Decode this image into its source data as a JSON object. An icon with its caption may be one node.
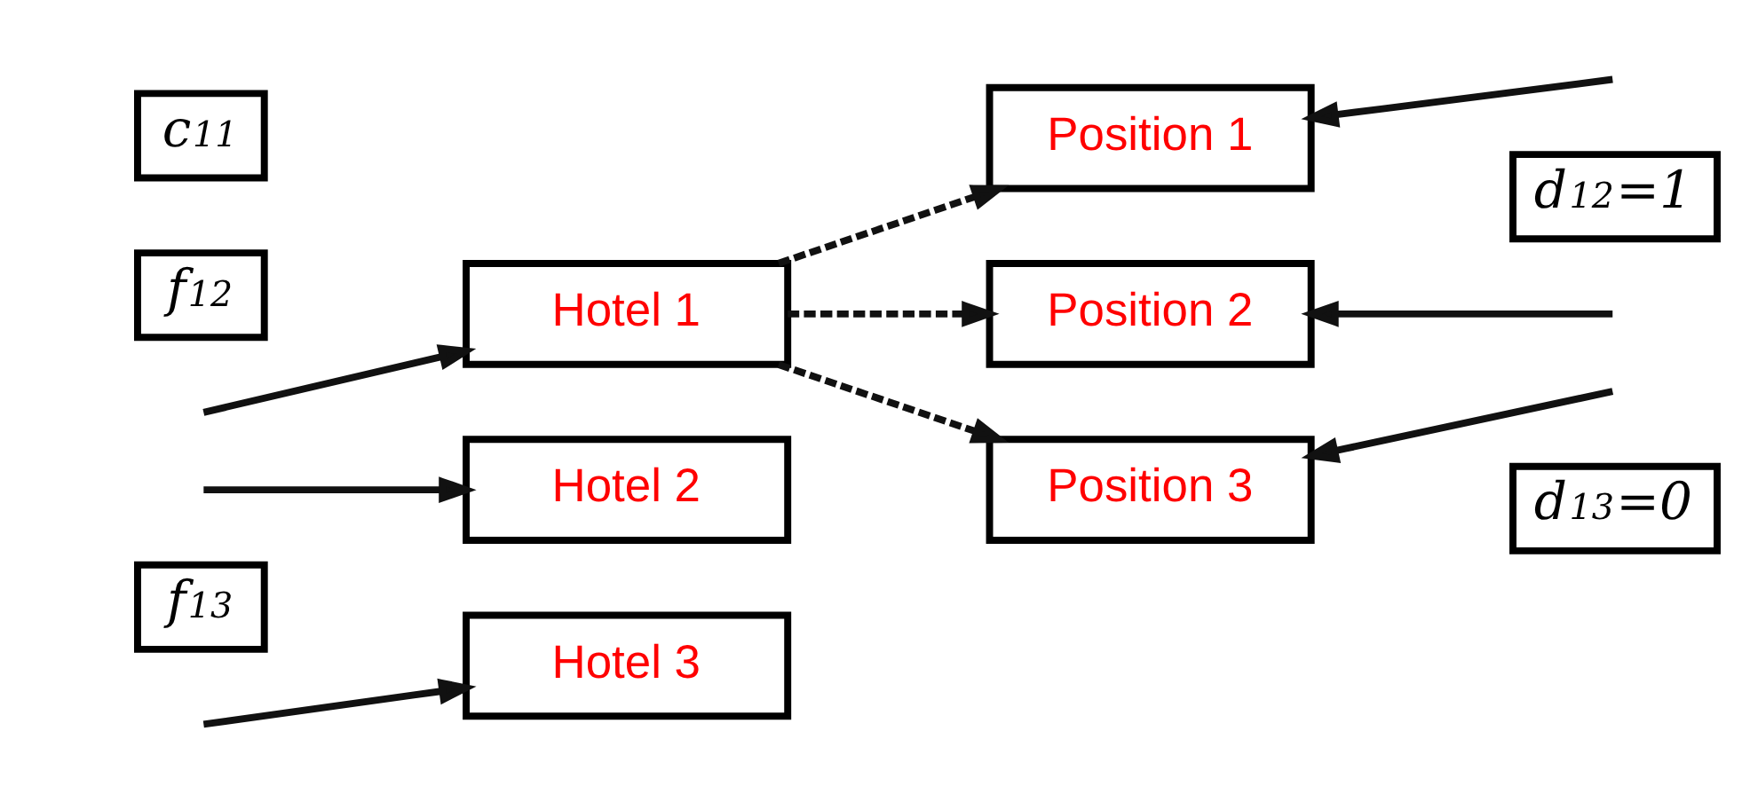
{
  "diagram": {
    "nodes": [
      {
        "text": [
          "Hotel 1"
        ]
      },
      {
        "text": [
          "Hotel 2"
        ]
      },
      {
        "text": [
          "Hotel 3"
        ]
      },
      {
        "text": [
          "Position 1"
        ]
      },
      {
        "text": [
          "Position 2"
        ]
      },
      {
        "text": [
          "Position 3"
        ]
      },
      {
        "text": [
          "f$_{12}$"
        ]
      },
      {
        "text": [
          "f$_{13}$"
        ]
      },
      {
        "text": [
          "c$_{11}$"
        ]
      },
      {
        "text": [
          "d$_{12}$=1"
        ]
      },
      {
        "text": [
          "d$_{13}$=0"
        ]
      }
    ],
    "edges": [
      {
        "from": null,
        "to": 0,
        "arrow": "to"
      },
      {
        "from": null,
        "to": 1,
        "arrow": "to"
      },
      {
        "from": null,
        "to": 2,
        "arrow": "to"
      },
      {
        "from": 0,
        "to": 3,
        "arrow": "to",
        "style": "dashed"
      },
      {
        "from": 0,
        "to": 4,
        "arrow": "to",
        "style": "dashed"
      },
      {
        "from": 0,
        "to": 5,
        "arrow": "to",
        "style": "dashed"
      },
      {
        "from": null,
        "to": 3,
        "arrow": "to"
      },
      {
        "from": null,
        "to": 4,
        "arrow": "to"
      },
      {
        "from": null,
        "to": 5,
        "arrow": "to"
      }
    ]
  }
}
